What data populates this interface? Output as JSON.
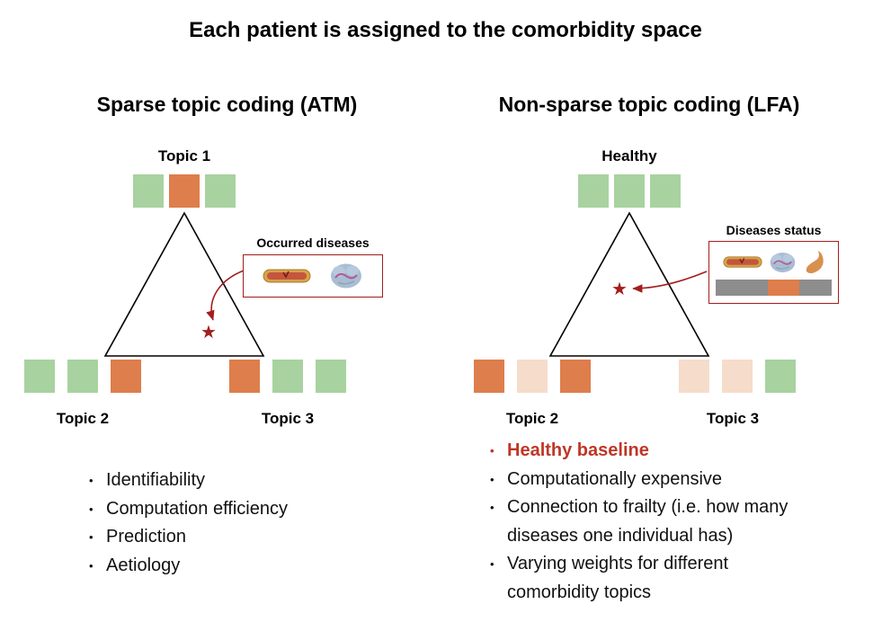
{
  "title": "Each patient is assigned to the comorbidity space",
  "bullet": "•",
  "star": "★",
  "colors": {
    "green": "#a8d2a0",
    "orange": "#dd7e4c",
    "light": "#f6dccb",
    "gray": "#8d8d8d",
    "accent_red": "#a31d1d",
    "highlight": "#bf3726"
  },
  "icons": {
    "left_callout": [
      "artery-icon",
      "brain-icon"
    ],
    "right_callout": [
      "artery-icon",
      "brain-icon",
      "stomach-icon"
    ]
  },
  "left": {
    "heading": "Sparse topic coding (ATM)",
    "top_label": "Topic 1",
    "top_squares": [
      "green",
      "orange",
      "green"
    ],
    "bottom_left_label": "Topic 2",
    "bottom_left_squares": [
      "green",
      "green",
      "orange"
    ],
    "bottom_right_label": "Topic 3",
    "bottom_right_squares": [
      "orange",
      "green",
      "green"
    ],
    "callout_label": "Occurred diseases",
    "bullets": [
      "Identifiability",
      "Computation efficiency",
      "Prediction",
      "Aetiology"
    ]
  },
  "right": {
    "heading": "Non-sparse topic coding (LFA)",
    "top_label": "Healthy",
    "top_squares": [
      "green",
      "green",
      "green"
    ],
    "bottom_left_label": "Topic 2",
    "bottom_left_squares": [
      "orange",
      "light",
      "orange"
    ],
    "bottom_right_label": "Topic 3",
    "bottom_right_squares": [
      "light",
      "light",
      "green"
    ],
    "callout_label": "Diseases status",
    "status_bar": [
      "gray",
      "orange",
      "gray"
    ],
    "highlight_bullet": "Healthy baseline",
    "bullets": [
      "Computationally expensive",
      "Connection to frailty (i.e. how many diseases one individual has)",
      "Varying weights for different comorbidity topics"
    ]
  }
}
